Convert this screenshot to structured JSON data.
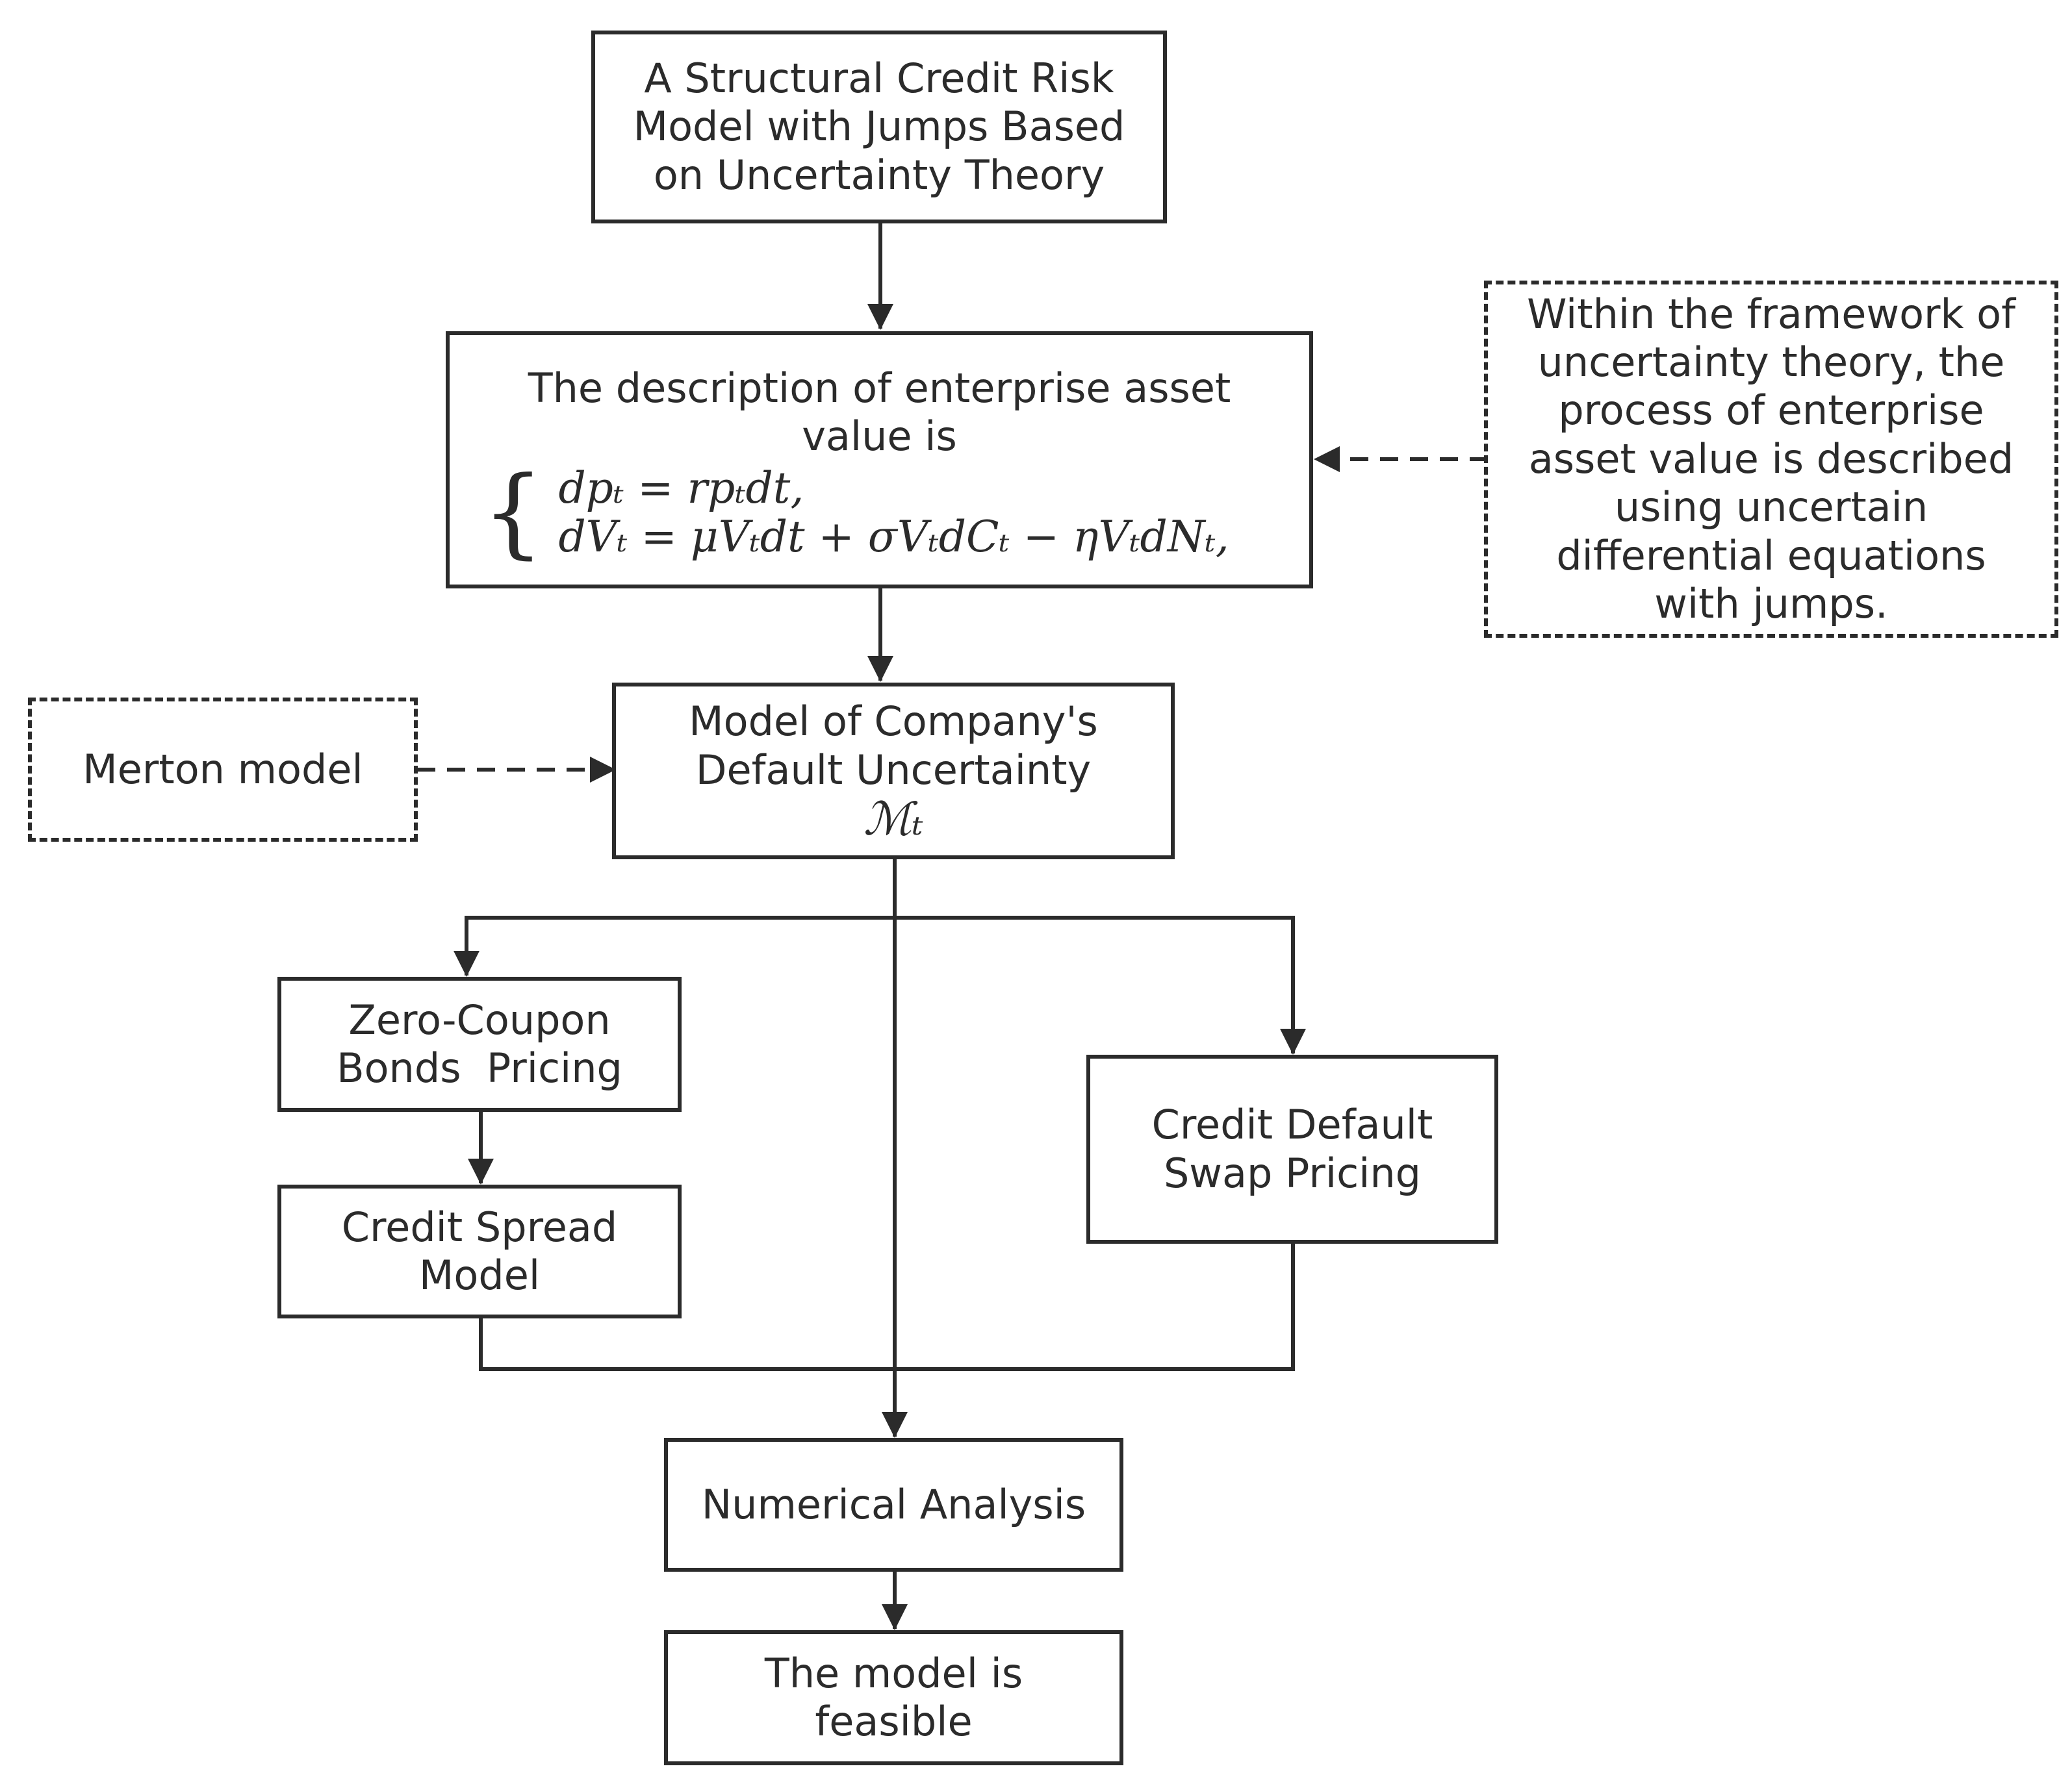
{
  "colors": {
    "stroke": "#2b2b2b",
    "background": "#ffffff"
  },
  "nodes": {
    "title": {
      "lines": [
        "A Structural Credit Risk",
        "Model with Jumps Based",
        "on Uncertainty Theory"
      ]
    },
    "asset_value": {
      "lines": [
        "The description of enterprise asset",
        "value is"
      ],
      "equations": [
        "dpₜ = rpₜdt,",
        "dVₜ = μVₜdt + σVₜdCₜ − ηVₜdNₜ,"
      ]
    },
    "framework_note": {
      "lines": [
        "Within the framework of",
        "uncertainty theory, the",
        "process of enterprise",
        "asset value is described",
        "using uncertain",
        "differential equations",
        "with jumps."
      ]
    },
    "merton": {
      "lines": [
        "Merton model"
      ]
    },
    "default_model": {
      "lines": [
        "Model of Company's",
        "Default Uncertainty"
      ],
      "symbol": "ℳₜ"
    },
    "zero_coupon": {
      "lines": [
        "Zero-Coupon",
        "Bonds  Pricing"
      ]
    },
    "credit_spread": {
      "lines": [
        "Credit Spread",
        "Model"
      ]
    },
    "cds": {
      "lines": [
        "Credit Default",
        "Swap Pricing"
      ]
    },
    "numerical": {
      "lines": [
        "Numerical Analysis"
      ]
    },
    "feasible": {
      "lines": [
        "The model is",
        "feasible"
      ]
    }
  }
}
